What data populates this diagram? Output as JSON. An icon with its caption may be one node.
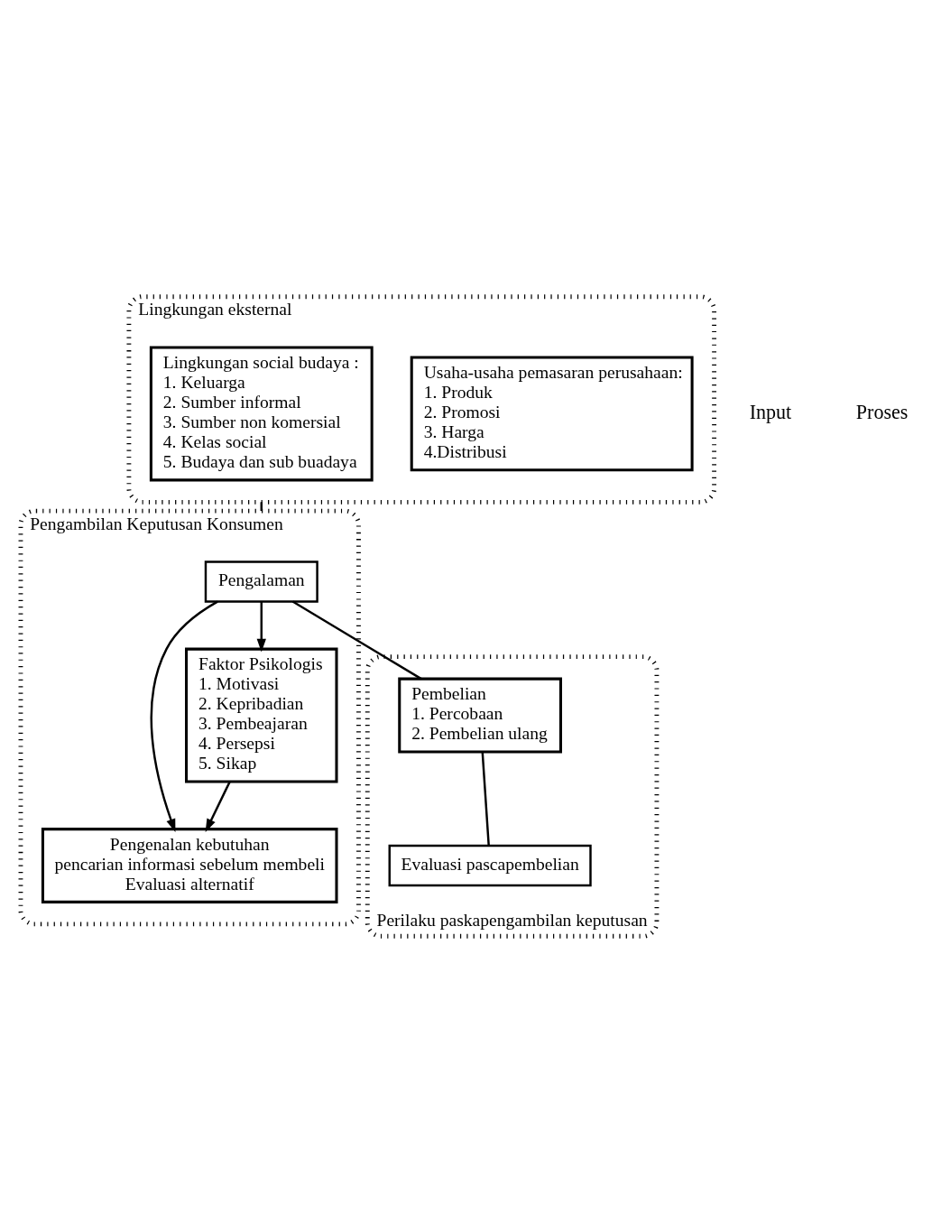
{
  "diagram": {
    "nodes": [
      {
        "text": [
          "Lingkungan eksternal"
        ]
      },
      {
        "text": [
          "Usaha-usaha pemasaran perusahaan:",
          "1. Produk",
          "2. Promosi",
          "3. Harga",
          "4.Distribusi"
        ],
        "in": 0
      },
      {
        "text": [
          "Lingkungan social budaya :",
          "1. Keluarga",
          "2. Sumber informal",
          "3. Sumber non komersial",
          "4. Kelas social",
          "5. Budaya dan sub buadaya"
        ],
        "in": 0
      },
      {
        "text": [
          "Pengambilan Keputusan Konsumen"
        ]
      },
      {
        "text": [
          "Pengenalan kebutuhan",
          "pencarian informasi sebelum membeli",
          "Evaluasi alternatif"
        ],
        "in": 3
      },
      {
        "text": [
          "Faktor Psikologis",
          "1. Motivasi",
          "2. Kepribadian",
          "3. Pembeajaran",
          "4. Persepsi",
          "5. Sikap"
        ],
        "in": 3
      },
      {
        "text": [
          "Pengalaman"
        ],
        "in": 3
      },
      {
        "text": [
          "Perilaku paskapengambilan keputusan"
        ]
      },
      {
        "text": [
          "Pembelian",
          "1. Percobaan",
          "2. Pembelian ulang"
        ],
        "in": 7
      },
      {
        "text": [
          "Evaluasi pascapembelian"
        ],
        "in": 7
      }
    ],
    "edges": [
      {
        "from": 0,
        "to": 3,
        "arrow": "none"
      },
      {
        "from": 5,
        "to": 4,
        "arrow": "to"
      },
      {
        "from": 6,
        "to": 4,
        "arrow": "to"
      },
      {
        "from": 6,
        "to": 5,
        "arrow": "to"
      },
      {
        "from": 6,
        "to": 8,
        "arrow": "none"
      },
      {
        "from": 8,
        "to": 9,
        "arrow": "none"
      }
    ],
    "labels": [
      "Input",
      "Proses"
    ]
  }
}
